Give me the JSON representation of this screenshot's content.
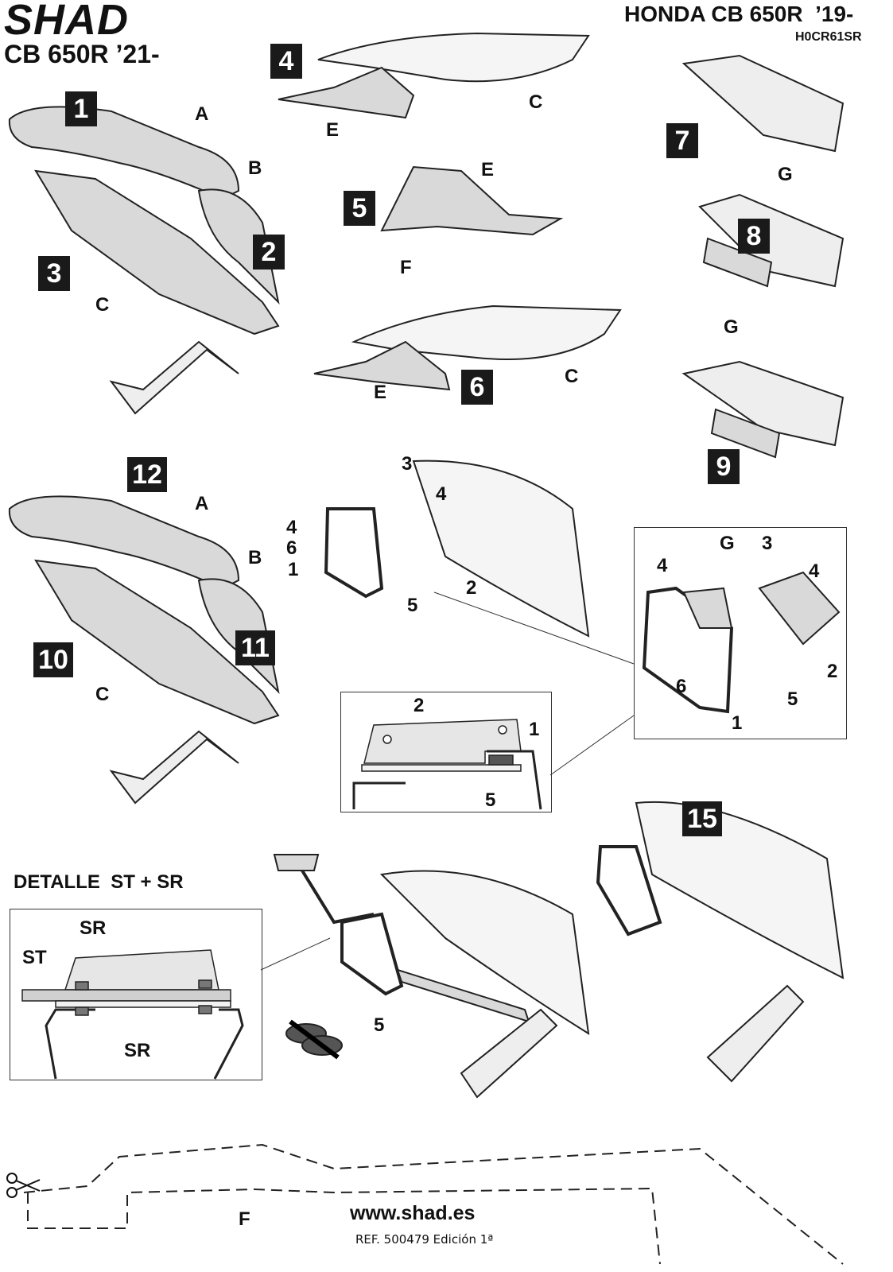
{
  "header": {
    "logo": "SHAD",
    "model_left": "CB 650R ’21-",
    "model_right": "HONDA CB 650R  ’19-",
    "product_code": "H0CR61SR"
  },
  "steps": [
    "1",
    "2",
    "3",
    "4",
    "5",
    "6",
    "7",
    "8",
    "9",
    "10",
    "11",
    "12",
    "15"
  ],
  "labels": {
    "a1": "A",
    "b1": "B",
    "c1": "C",
    "c4": "C",
    "e4": "E",
    "e5": "E",
    "f5": "F",
    "e6": "E",
    "c6": "C",
    "g7": "G",
    "g8": "G",
    "a12": "A",
    "b12": "B",
    "c12": "C",
    "p3": "3",
    "p4a": "4",
    "p4b": "4",
    "p6": "6",
    "p1": "1",
    "p2": "2",
    "p5": "5",
    "dg": "G",
    "d3": "3",
    "d4a": "4",
    "d4b": "4",
    "d6": "6",
    "d5": "5",
    "d2": "2",
    "d1": "1",
    "s2": "2",
    "s1": "1",
    "s5": "5",
    "spacer5": "5"
  },
  "detail": {
    "title": "DETALLE  ST + SR",
    "sr_top": "SR",
    "st": "ST",
    "sr_bottom": "SR"
  },
  "template": {
    "label": "F"
  },
  "footer": {
    "website": "www.shad.es",
    "reference": "REF. 500479 Edición 1ª"
  }
}
